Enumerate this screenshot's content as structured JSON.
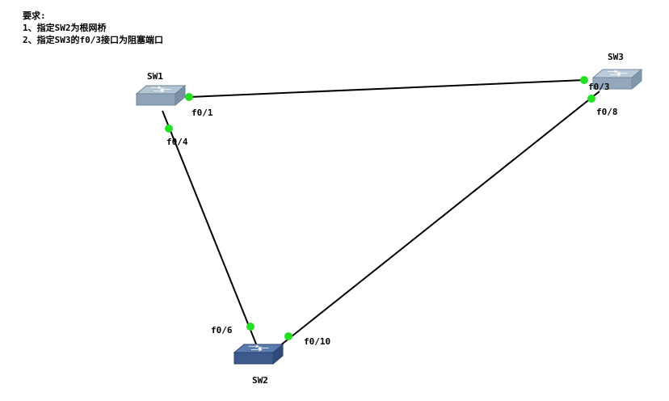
{
  "requirements": {
    "title": "要求:",
    "items": [
      "1、指定SW2为根网桥",
      "2、指定SW3的f0/3接口为阻塞端口"
    ]
  },
  "switches": {
    "sw1": {
      "label": "SW1",
      "body_color": "#8ea4b6",
      "top_color": "#b3c4d3"
    },
    "sw2": {
      "label": "SW2",
      "body_color": "#3c5a8c",
      "top_color": "#5c7cb0"
    },
    "sw3": {
      "label": "SW3",
      "body_color": "#93a9bb",
      "top_color": "#bccbd8"
    }
  },
  "ports": {
    "sw1_f01": "f0/1",
    "sw1_f04": "f0/4",
    "sw2_f06": "f0/6",
    "sw2_f010": "f0/10",
    "sw3_f03": "f0/3",
    "sw3_f08": "f0/8"
  },
  "colors": {
    "link": "#000000",
    "port_dot": "#22e022"
  }
}
